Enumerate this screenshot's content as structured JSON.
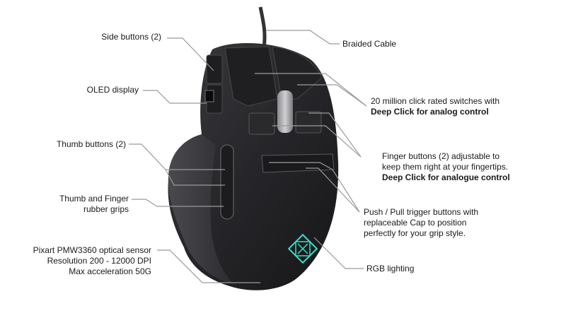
{
  "labels": {
    "side_buttons": "Side buttons (2)",
    "oled_display": "OLED display",
    "thumb_buttons": "Thumb buttons (2)",
    "rubber_grips": [
      "Thumb and Finger",
      "rubber grips"
    ],
    "sensor": [
      "Pixart PMW3360 optical sensor",
      "Resolution 200 - 12000 DPI",
      "Max acceleration 50G"
    ],
    "braided_cable": "Braided Cable",
    "switches": {
      "line1": "20 million click rated switches with",
      "bold": "Deep Click for analog control"
    },
    "finger_buttons": {
      "line1": "Finger buttons (2) adjustable to",
      "line2": "keep them right at your fingertips.",
      "bold": "Deep Click for analogue control"
    },
    "trigger_buttons": [
      "Push / Pull trigger buttons with",
      "replaceable Cap to position",
      "perfectly for your grip style."
    ],
    "rgb_lighting": "RGB lighting"
  },
  "colors": {
    "leader_line": "#9a9a9a",
    "mouse_body": "#2a2a2c",
    "logo_glow": "#33e0c8"
  }
}
